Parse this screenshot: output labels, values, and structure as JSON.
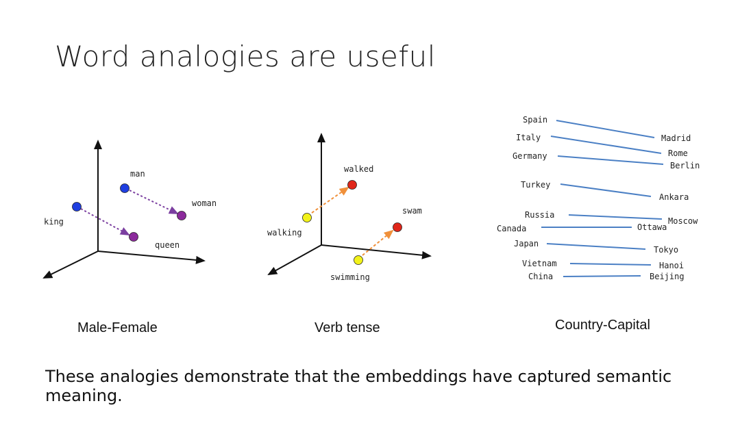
{
  "slide": {
    "title": "Word analogies are useful",
    "footer": "These analogies demonstrate that the embeddings have captured semantic meaning."
  },
  "diagrams": {
    "male_female": {
      "caption": "Male-Female",
      "words": {
        "man": "man",
        "woman": "woman",
        "king": "king",
        "queen": "queen"
      }
    },
    "verb_tense": {
      "caption": "Verb tense",
      "words": {
        "walked": "walked",
        "swam": "swam",
        "walking": "walking",
        "swimming": "swimming"
      }
    },
    "country_capital": {
      "caption": "Country-Capital",
      "countries": [
        "Spain",
        "Italy",
        "Germany",
        "Turkey",
        "Russia",
        "Canada",
        "Japan",
        "Vietnam",
        "China"
      ],
      "capitals": [
        "Madrid",
        "Rome",
        "Berlin",
        "Ankara",
        "Moscow",
        "Ottawa",
        "Tokyo",
        "Hanoi",
        "Beijing"
      ]
    }
  },
  "colors": {
    "axis": "#111111",
    "blue_dot": "#1f3fe0",
    "purple_dot": "#8b2a9b",
    "yellow_dot": "#f2f21a",
    "red_dot": "#e0261a",
    "purple_arrow": "#7b3fa0",
    "orange_arrow": "#f0903a",
    "line_blue": "#4a7fc4"
  }
}
